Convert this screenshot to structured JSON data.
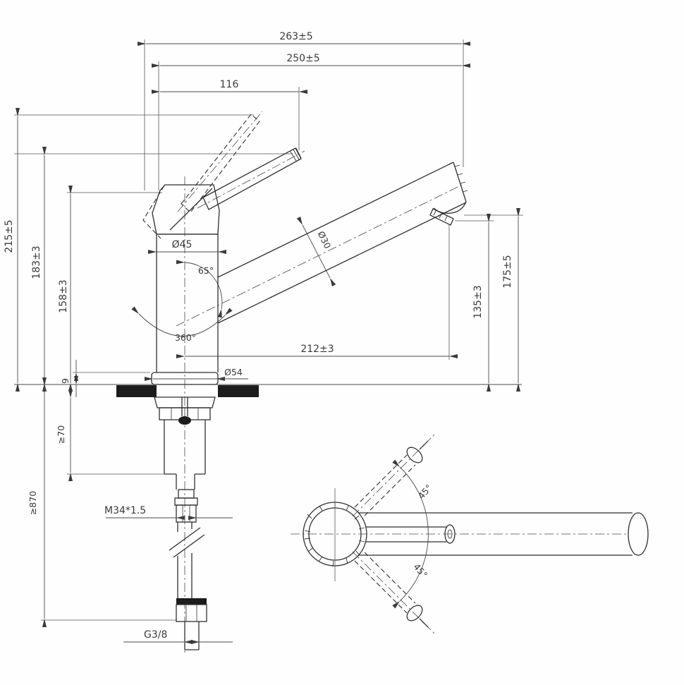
{
  "front": {
    "width_overall": "263±5",
    "width_to_spout_end": "250±5",
    "handle_length": "116",
    "height_above_deck": "215±5",
    "height_handle_tip": "183±3",
    "height_handle_pivot": "158±3",
    "height_aerator": "135±3",
    "height_spout_end": "175±5",
    "spout_reach": "212±3",
    "body_diameter": "Ø45",
    "spout_tube_diameter": "Ø30",
    "handle_lift_angle": "65°",
    "swivel_angle": "360°",
    "baseplate_height": "9",
    "baseplate_diameter": "Ø54",
    "deck_clamp_range": "≥70",
    "hose_length": "≥870",
    "shank_thread": "M34*1.5",
    "inlet_thread": "G3/8"
  },
  "top": {
    "handle_swing_up": "45°",
    "handle_swing_down": "45°"
  }
}
